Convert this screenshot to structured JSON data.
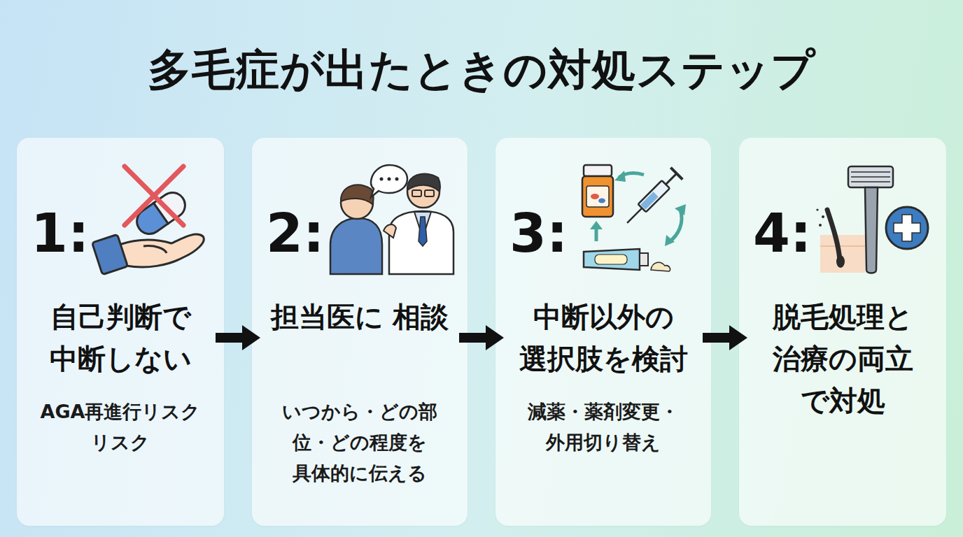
{
  "diagram": {
    "title": "多毛症が出たときの対処ステップ",
    "nodes": [
      {
        "text": [
          "1:",
          "自己判断で 中断しない",
          "AGA再進行リスク リスク"
        ]
      },
      {
        "text": [
          "2:",
          "担当医に 相談",
          "いつから・どの部 位・どの程度を 具体的に伝える"
        ]
      },
      {
        "text": [
          "3:",
          "中断以外の 選択肢を検討",
          "減薬・薬剤変更・ 外用切り替え"
        ]
      },
      {
        "text": [
          "4:",
          "脱毛処理と 治療の両立 で対処"
        ]
      }
    ],
    "edges": [
      {
        "from": 0,
        "to": 1,
        "arrow": "to"
      },
      {
        "from": 1,
        "to": 2,
        "arrow": "to"
      },
      {
        "from": 2,
        "to": 3,
        "arrow": "to"
      }
    ]
  }
}
